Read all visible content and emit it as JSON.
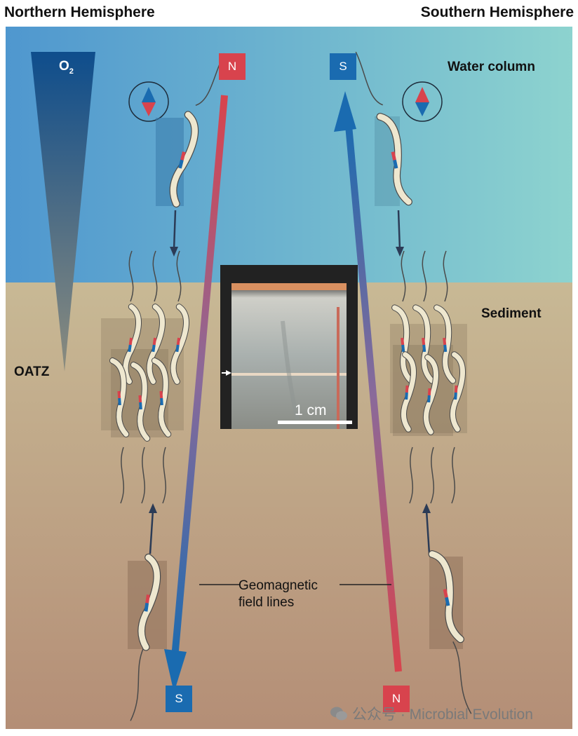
{
  "headers": {
    "north": "Northern Hemisphere",
    "south": "Southern Hemisphere"
  },
  "labels": {
    "o2": "O",
    "o2_sub": "2",
    "water_column": "Water column",
    "sediment": "Sediment",
    "oatz": "OATZ",
    "geomagnetic_line1": "Geomagnetic",
    "geomagnetic_line2": "field lines",
    "scale_bar": "1 cm"
  },
  "poles": {
    "north_top": "N",
    "north_bottom": "S",
    "south_top": "S",
    "south_bottom": "N"
  },
  "watermark": {
    "text": "公众号 · Microbial Evolution"
  },
  "colors": {
    "pole_red": "#d8434d",
    "pole_blue": "#1a6bb0",
    "water_left": "#4f97cf",
    "water_right": "#8dd3cf",
    "sediment_top": "#c8b995",
    "sediment_bottom": "#b48e76",
    "bacteria": "#eee7cf"
  }
}
